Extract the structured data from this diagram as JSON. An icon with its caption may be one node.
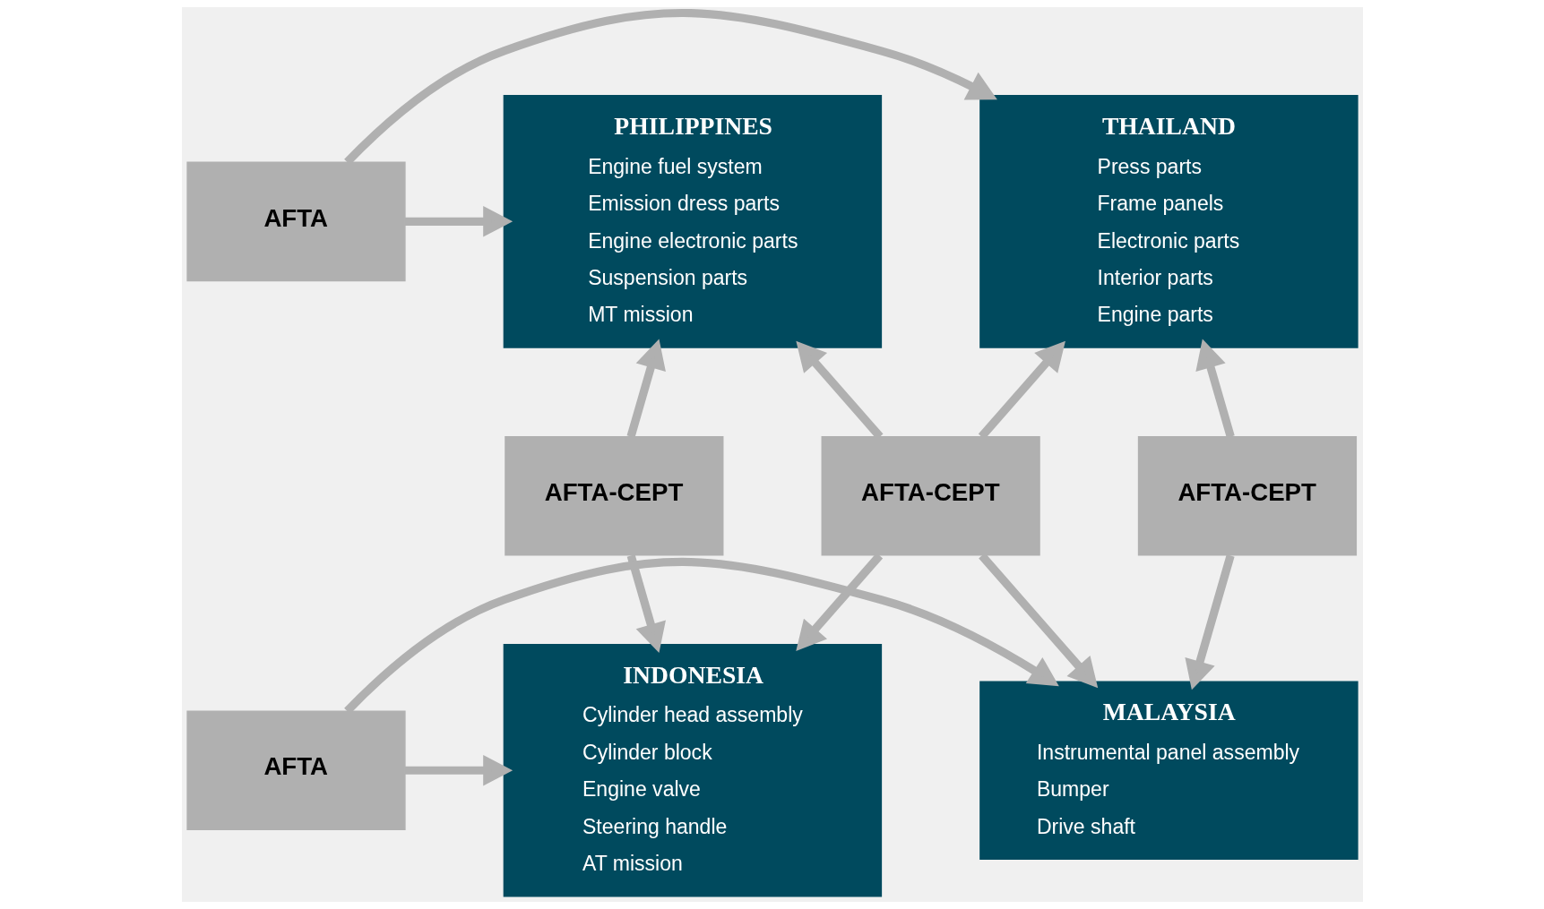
{
  "diagram": {
    "nodes": [
      {
        "text": [
          "THAILAND",
          "Press parts",
          "Frame panels",
          "Electronic parts",
          "Interior parts",
          "Engine parts"
        ]
      },
      {
        "text": [
          "AFTA"
        ]
      },
      {
        "text": [
          "PHILIPPINES",
          "Engine fuel system",
          "Emission dress parts",
          "Engine electronic parts",
          "Suspension parts",
          "MT mission"
        ]
      },
      {
        "text": [
          "AFTA-CEPT"
        ]
      },
      {
        "text": [
          "AFTA-CEPT"
        ]
      },
      {
        "text": [
          "AFTA-CEPT"
        ]
      },
      {
        "text": [
          "MALAYSIA",
          "Instrumental panel assembly",
          "Bumper",
          "Drive shaft"
        ]
      },
      {
        "text": [
          "AFTA"
        ]
      },
      {
        "text": [
          "INDONESIA",
          "Cylinder head assembly",
          "Cylinder block",
          "Engine valve",
          "Steering handle",
          "AT mission"
        ]
      }
    ],
    "edges": [
      {
        "from": 1,
        "to": 0,
        "arrow": "to"
      },
      {
        "from": 1,
        "to": 2,
        "arrow": "to"
      },
      {
        "from": 3,
        "to": 0,
        "arrow": "to"
      },
      {
        "from": 3,
        "to": 6,
        "arrow": "to"
      },
      {
        "from": 4,
        "to": 0,
        "arrow": "to"
      },
      {
        "from": 4,
        "to": 2,
        "arrow": "to"
      },
      {
        "from": 4,
        "to": 6,
        "arrow": "to"
      },
      {
        "from": 4,
        "to": 8,
        "arrow": "to"
      },
      {
        "from": 5,
        "to": 2,
        "arrow": "to"
      },
      {
        "from": 5,
        "to": 8,
        "arrow": "to"
      },
      {
        "from": 7,
        "to": 6,
        "arrow": "to"
      },
      {
        "from": 7,
        "to": 8,
        "arrow": "to"
      }
    ]
  }
}
